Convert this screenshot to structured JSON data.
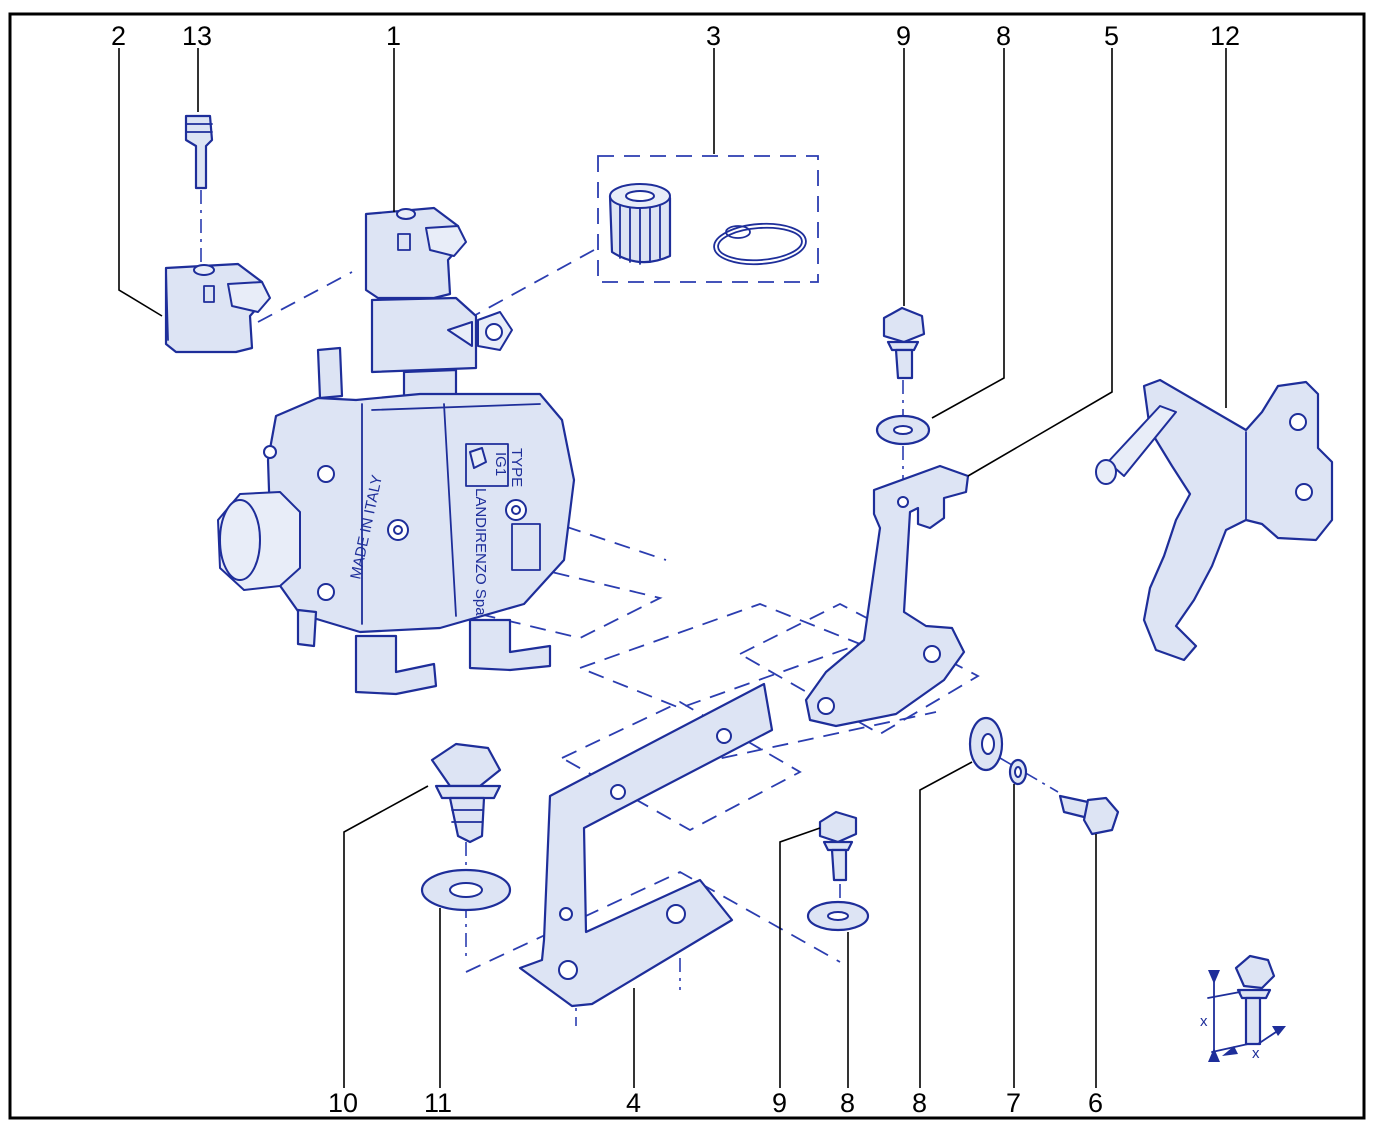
{
  "labels": {
    "p1": "1",
    "p2": "2",
    "p3": "3",
    "p4": "4",
    "p5": "5",
    "p6": "6",
    "p7": "7",
    "p8a": "8",
    "p8b": "8",
    "p8c": "8",
    "p9a": "9",
    "p9b": "9",
    "p10": "10",
    "p11": "11",
    "p12": "12",
    "p13": "13"
  },
  "body_markings": {
    "type_line1": "TYPE",
    "type_line2": "IG1",
    "manufacturer": "LANDIRENZO Spa",
    "origin": "MADE IN ITALY"
  },
  "bolt_detail": {
    "dim1": "x",
    "dim2": "x"
  },
  "colors": {
    "line_art": "#1e2e9a",
    "fill": "#dde4f4",
    "callouts": "#000000",
    "frame": "#000000"
  }
}
